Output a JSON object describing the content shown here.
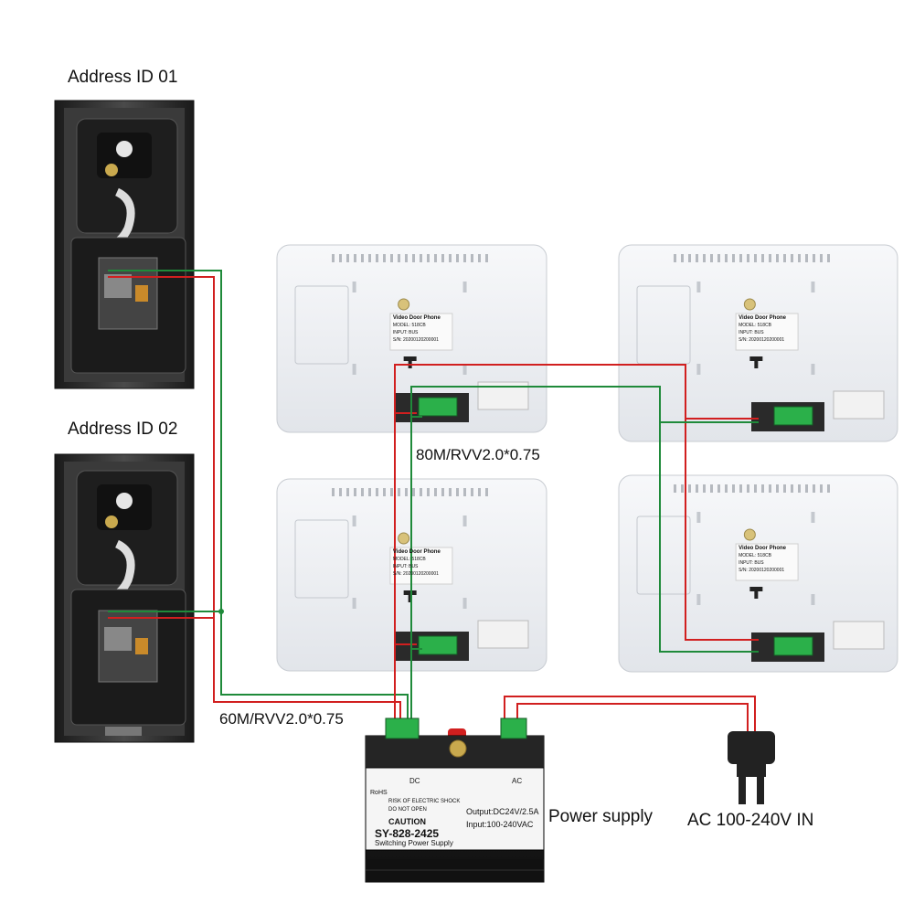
{
  "labels": {
    "door_station_1": "Address ID 01",
    "door_station_2": "Address ID 02",
    "cable_monitors": "80M/RVV2.0*0.75",
    "cable_door": "60M/RVV2.0*0.75",
    "power_supply": "Power supply",
    "ac_input": "AC 100-240V IN"
  },
  "monitor_label": {
    "title": "Video Door Phone",
    "model": "MODEL: 518CB",
    "input": "INPUT: BUS",
    "serial": "S/N: 20200120200001"
  },
  "psu": {
    "model": "SY-828-2425",
    "type": "Switching Power Supply",
    "input": "Input:100-240VAC",
    "output": "Output:DC24V/2.5A",
    "caution": "CAUTION",
    "warning1": "RISK OF ELECTRIC SHOCK",
    "warning2": "DO NOT OPEN",
    "dc": "DC",
    "ac": "AC",
    "rohs": "RoHS"
  },
  "colors": {
    "wire_red": "#d11f1f",
    "wire_green": "#1f8a3a",
    "monitor_body": "#eef0f3",
    "door_frame": "#2a2a2a",
    "psu_body": "#1c1c1c",
    "terminal": "#2bb04a"
  }
}
